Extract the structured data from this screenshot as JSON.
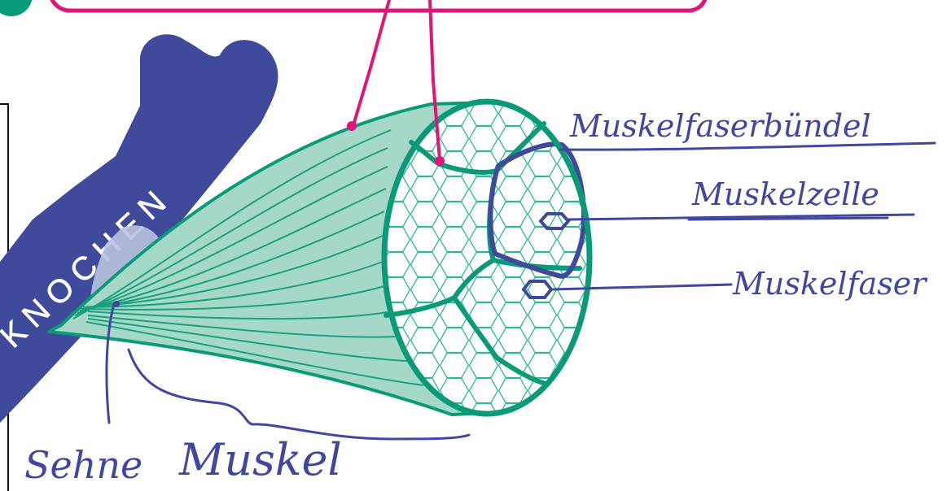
{
  "labels": {
    "bone": "KNOCHEN",
    "fiber_bundle": "Muskelfaserbündel",
    "muscle_cell": "Muskelzelle",
    "muscle_fiber": "Muskelfaser",
    "tendon": "Sehne",
    "muscle": "Muskel"
  },
  "colors": {
    "bone": "#404a9b",
    "muscle_fill": "#a6d8c8",
    "muscle_stroke": "#0b9a78",
    "annotation": "#3f47a0",
    "leader_pink": "#e0157a",
    "tendon_patch": "#b8c3df",
    "hexagon": "#2fb898"
  }
}
